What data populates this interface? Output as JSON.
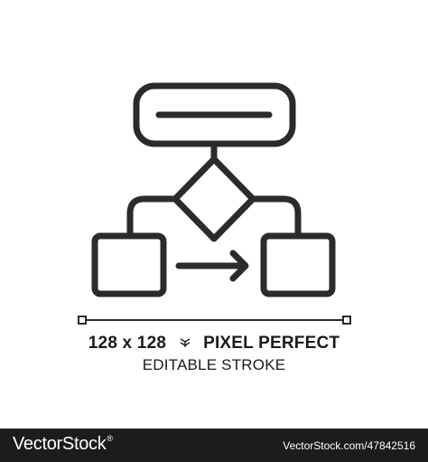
{
  "icon": {
    "name": "flowchart-algorithm-icon",
    "stroke_color": "#2b2b2b"
  },
  "caption": {
    "size_text": "128 x 128",
    "separator_icon": "pixel-grid-icon",
    "pixel_perfect": "PIXEL PERFECT",
    "editable_stroke": "EDITABLE STROKE"
  },
  "footer": {
    "logo_text": "VectorStock",
    "logo_reg": "®",
    "url": "VectorStock.com/47842516",
    "background": "#1c1c1c"
  }
}
